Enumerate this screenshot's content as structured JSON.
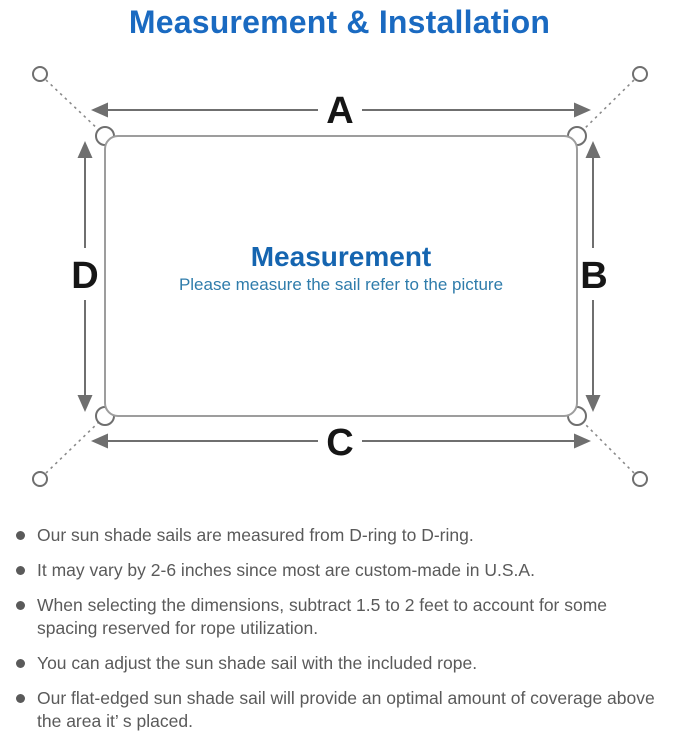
{
  "title": "Measurement & Installation",
  "diagram": {
    "labels": {
      "top": "A",
      "right": "B",
      "bottom": "C",
      "left": "D"
    },
    "center_heading": "Measurement",
    "center_subtitle": "Please measure the sail refer to the picture"
  },
  "bullets": [
    "Our sun shade sails are measured from D-ring to D-ring.",
    "It may vary by 2-6 inches since most are custom-made in U.S.A.",
    "When selecting the dimensions, subtract 1.5 to 2 feet to account for some spacing reserved for rope utilization.",
    "You can adjust the sun shade sail with the included rope.",
    "Our flat-edged sun shade sail will provide an optimal amount of coverage above the area it’ s placed."
  ],
  "colors": {
    "title_blue": "#1a6ac1",
    "center_heading_blue": "#1565b0",
    "center_subtitle_blue": "#2f7cab",
    "dimension_label_black": "#161616",
    "diagram_line_gray": "#6f6f6f",
    "sail_outline_gray": "#9d9d9d",
    "body_text_gray": "#5a5a5a",
    "background": "#ffffff"
  }
}
